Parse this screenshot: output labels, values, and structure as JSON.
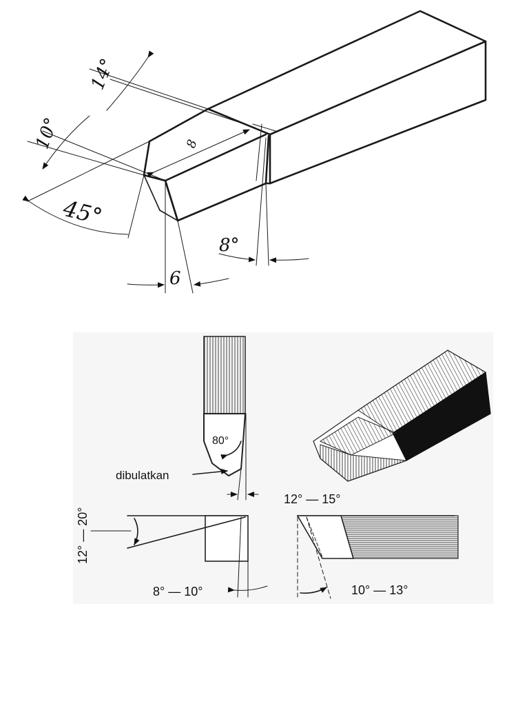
{
  "top_drawing": {
    "angle_14": "14°",
    "angle_10": "10°",
    "angle_45": "45°",
    "angle_8": "8°",
    "dim_8": "8",
    "dim_6": "6"
  },
  "bottom_drawing": {
    "angle_80": "80°",
    "note_rounded": "dibulatkan",
    "angle_12_15": "12° — 15°",
    "angle_12_20": "12° — 20°",
    "angle_8_10": "8° — 10°",
    "angle_10_13": "10° — 13°"
  }
}
